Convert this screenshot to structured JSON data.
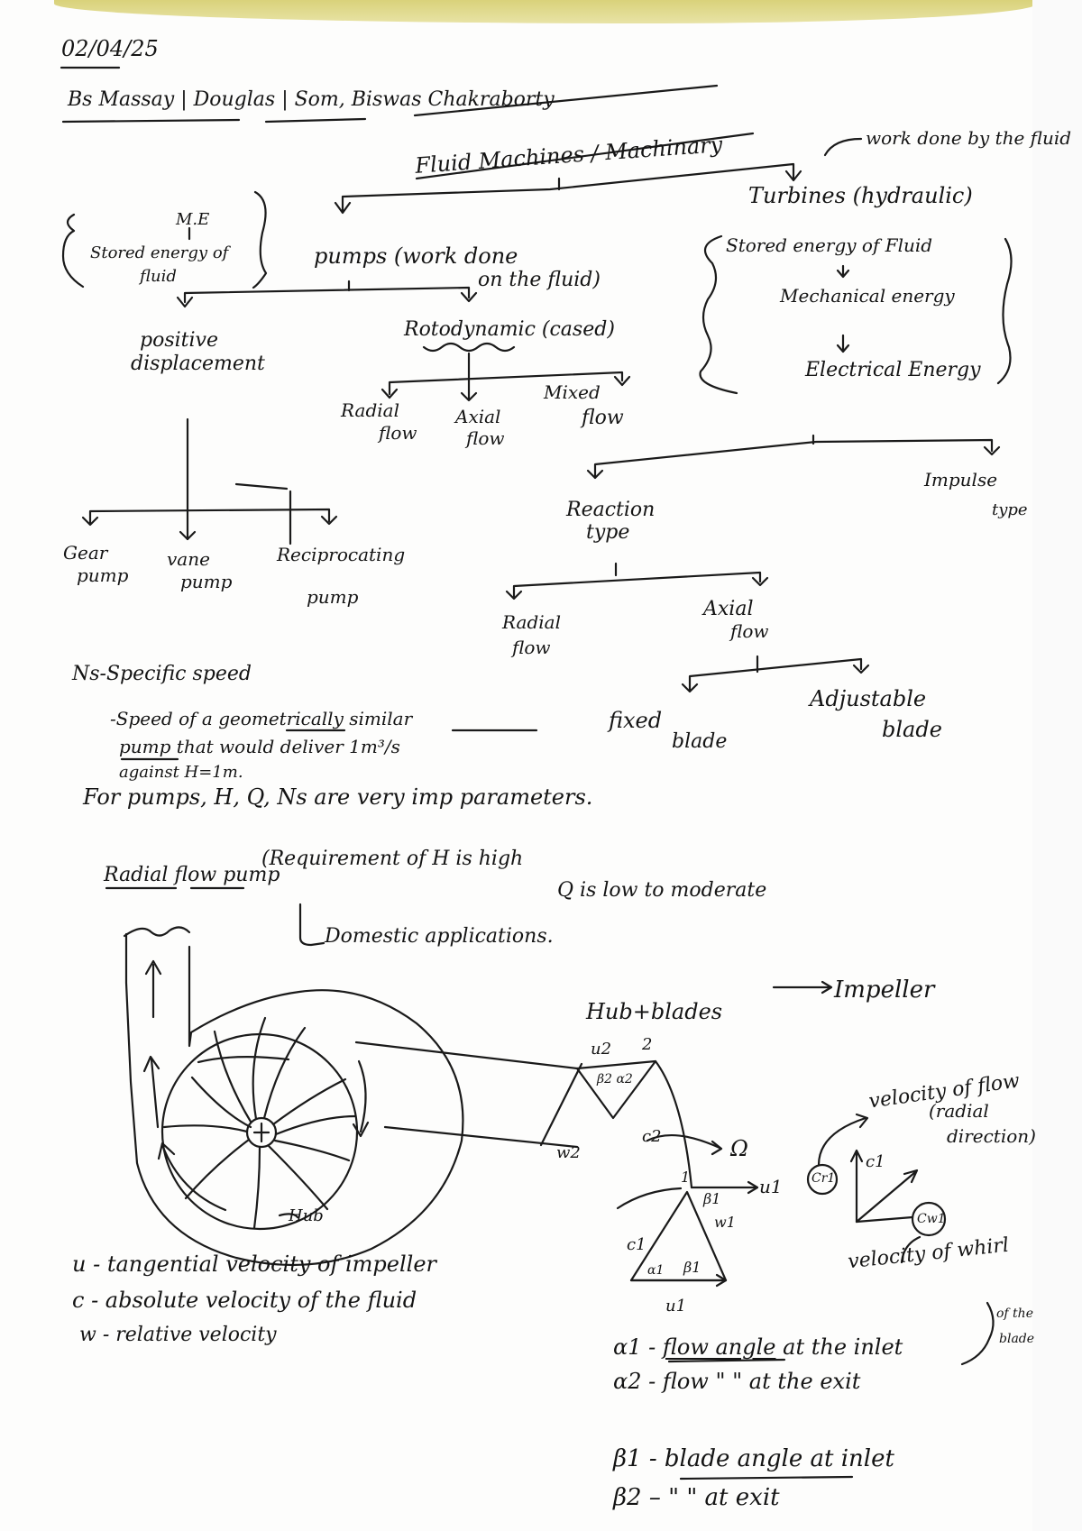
{
  "header": {
    "date": "02/04/25",
    "references": "Bs Massay | Douglas | Som, Biswas Chakraborty"
  },
  "title": "Fluid Machines / Machinary",
  "pumps_branch": {
    "left_note_top": "M.E",
    "left_note_mid": "Stored energy of",
    "left_note_bottom": "fluid",
    "label_line1": "pumps (work done",
    "label_line2": "on the fluid)",
    "positive_displacement": {
      "label_line1": "positive",
      "label_line2": "displacement",
      "children": [
        {
          "line1": "Gear",
          "line2": "pump"
        },
        {
          "line1": "vane",
          "line2": "pump"
        },
        {
          "line1": "Reciprocating",
          "line2": "pump"
        }
      ]
    },
    "rotodynamic": {
      "label": "Rotodynamic (cased)",
      "children": [
        {
          "line1": "Radial",
          "line2": "flow"
        },
        {
          "line1": "Axial",
          "line2": "flow"
        },
        {
          "line1": "Mixed",
          "line2": "flow"
        }
      ]
    }
  },
  "turbines_branch": {
    "note": "work done by the fluid",
    "label": "Turbines (hydraulic)",
    "energy_chain": [
      "Stored energy of Fluid",
      "Mechanical energy",
      "Electrical Energy"
    ],
    "reaction_type": {
      "label_line1": "Reaction",
      "label_line2": "type",
      "children": [
        {
          "line1": "Radial",
          "line2": "flow"
        },
        {
          "line1": "Axial",
          "line2": "flow"
        }
      ],
      "axial_children": [
        {
          "line1": "fixed",
          "line2": "blade"
        },
        {
          "line1": "Adjustable",
          "line2": "blade"
        }
      ]
    },
    "impulse_type": {
      "line1": "Impulse",
      "line2": "type"
    }
  },
  "specific_speed": {
    "heading": "Ns-Specific speed",
    "def_line1_a": "-Speed of a ",
    "def_line1_b": "geometrically",
    "def_line1_c": " similar",
    "def_line2_a": "pump",
    "def_line2_b": " that would deliver 1m³/s",
    "def_line3": "against H=1m.",
    "params_note": "For pumps, H, Q, Ns are very imp parameters."
  },
  "radial_flow_pump": {
    "label_a": "Radial flow",
    "label_b": "pump",
    "req1": "(Requirement of H is high",
    "req2": "Q is low to moderate",
    "application": "Domestic applications."
  },
  "diagram": {
    "hub_label": "Hub",
    "impeller_def": "Hub+blades",
    "impeller_label": "Impeller",
    "outlet_triangle": {
      "u": "u2",
      "point": "2",
      "w": "w2",
      "c": "c2",
      "angles": "β2 α2",
      "omega": "Ω"
    },
    "inlet_triangle": {
      "point": "1",
      "u_top": "u1",
      "c": "c1",
      "w": "w1",
      "beta_top": "β1",
      "alpha": "α1",
      "beta": "β1",
      "u_bottom": "u1"
    },
    "components": {
      "flow_velocity": "velocity of flow",
      "flow_velocity_note1": "(radial",
      "flow_velocity_note2": "direction)",
      "cr": "Cr1",
      "c": "c1",
      "cw": "Cw1",
      "whirl_velocity": "velocity of whirl"
    }
  },
  "definitions": [
    "u - tangential velocity of impeller",
    "c - absolute velocity of the fluid",
    "w - relative velocity"
  ],
  "angles": {
    "alpha1_sym": "α1 -",
    "alpha1_u": "flow angle",
    "alpha1_rest": " at the inlet",
    "alpha2": "α2 - flow \"  \" at the exit",
    "brace_note1": "of the",
    "brace_note2": "blade",
    "beta1_sym": "β1 -",
    "beta1_u": "blade angle",
    "beta1_rest": " at inlet",
    "beta2": "β2 –  \"    \"  at exit"
  }
}
